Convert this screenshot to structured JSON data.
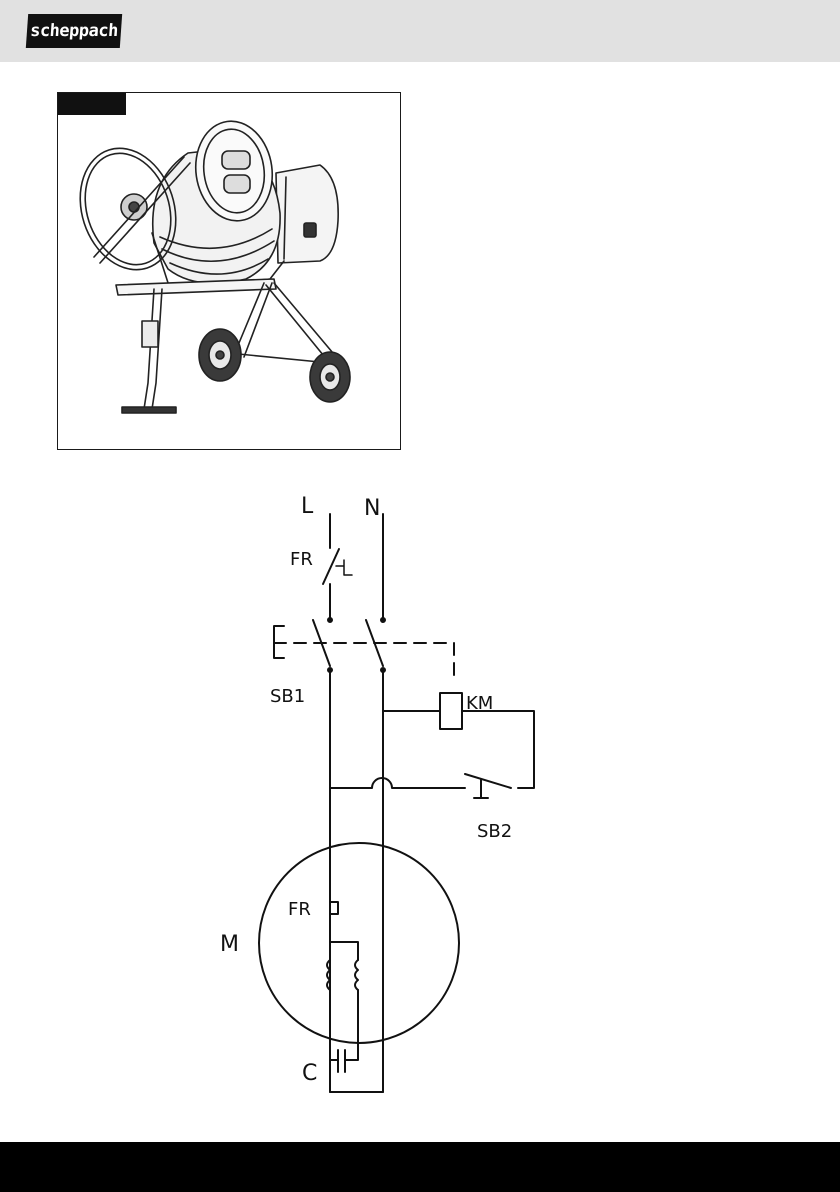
{
  "header": {
    "brand": "scheppach"
  },
  "figure": {
    "tab_label": ""
  },
  "schematic": {
    "labels": {
      "L": "L",
      "N": "N",
      "FR_top": "FR",
      "SB1": "SB1",
      "KM": "KM",
      "SB2": "SB2",
      "FR_motor": "FR",
      "M": "M",
      "C": "C"
    }
  }
}
